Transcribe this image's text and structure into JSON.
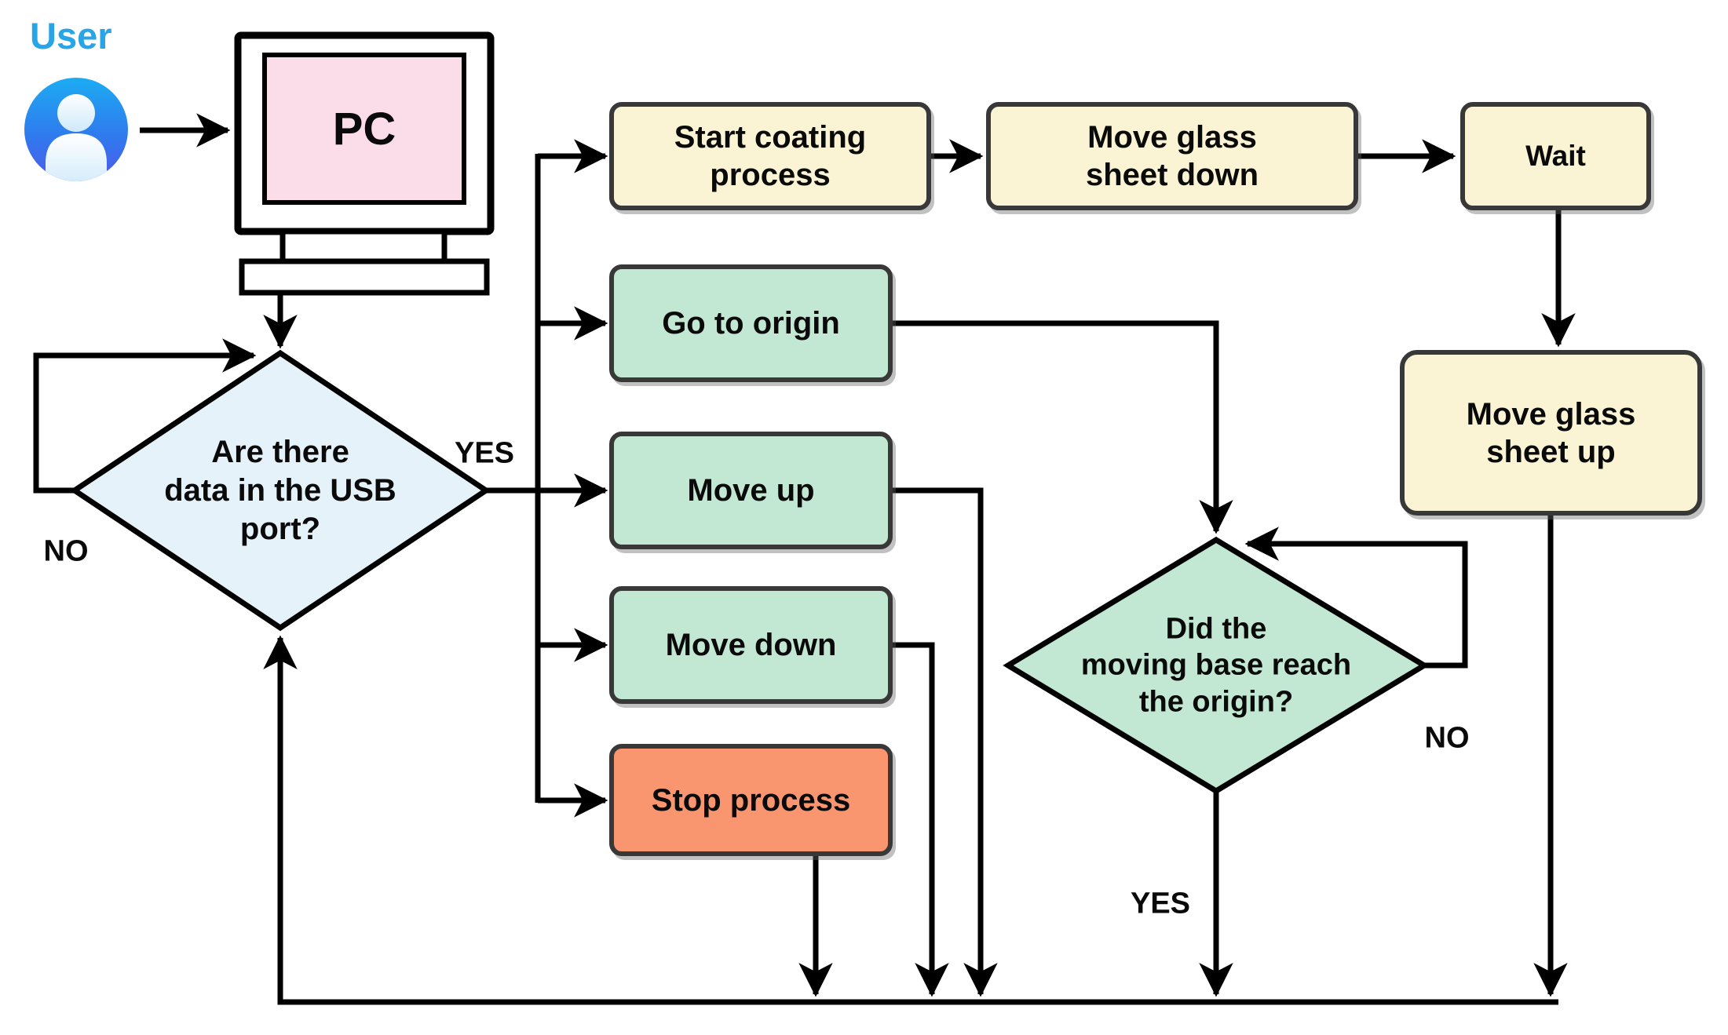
{
  "diagram": {
    "type": "flowchart",
    "background": "#ffffff",
    "user": {
      "label": "User",
      "label_color": "#29A4E6",
      "avatar_top_color": "#1CACF2",
      "avatar_bottom_color": "#4E59E9"
    },
    "pc": {
      "label": "PC",
      "screen_color": "#FBDCE9"
    },
    "decisions": {
      "usb": {
        "label": "Are there\ndata in the USB\nport?",
        "fill": "#E6F2FA",
        "yes_label": "YES",
        "no_label": "NO"
      },
      "origin": {
        "label": "Did the\nmoving base reach\nthe origin?",
        "fill": "#C2E7D2",
        "yes_label": "YES",
        "no_label": "NO"
      }
    },
    "processes": {
      "start_coating": {
        "label": "Start coating\nprocess",
        "fill": "#FAF4D5"
      },
      "move_glass_down": {
        "label": "Move glass\nsheet down",
        "fill": "#FAF4D5"
      },
      "wait": {
        "label": "Wait",
        "fill": "#FAF4D5"
      },
      "move_glass_up": {
        "label": "Move glass\nsheet up",
        "fill": "#FAF4D5"
      },
      "go_to_origin": {
        "label": "Go to origin",
        "fill": "#C2E7D2"
      },
      "move_up": {
        "label": "Move up",
        "fill": "#C2E7D2"
      },
      "move_down": {
        "label": "Move down",
        "fill": "#C2E7D2"
      },
      "stop_process": {
        "label": "Stop process",
        "fill": "#F9966F"
      }
    },
    "edge_color": "#000000",
    "border_color": "#383838"
  }
}
